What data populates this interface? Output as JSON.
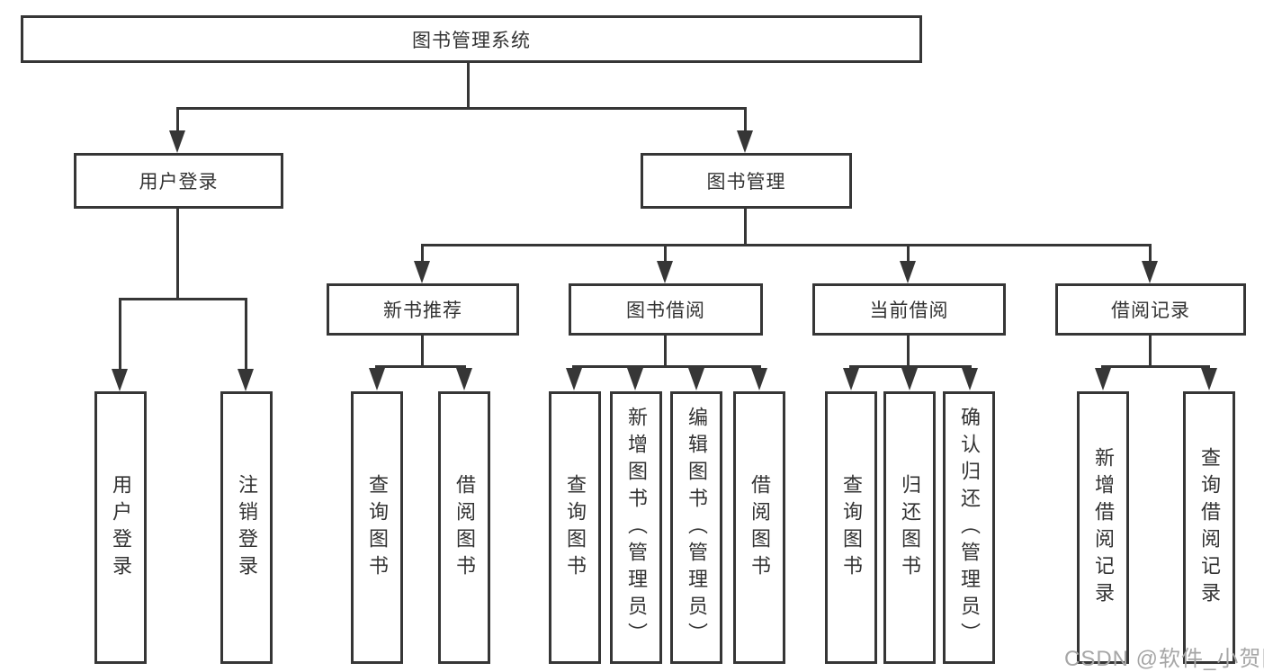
{
  "diagram_title": "图书管理系统",
  "tree": {
    "root": {
      "label": "图书管理系统"
    },
    "branches": [
      {
        "label": "用户登录",
        "children": [
          {
            "label": "用户登录"
          },
          {
            "label": "注销登录"
          }
        ]
      },
      {
        "label": "图书管理",
        "children": [
          {
            "label": "新书推荐",
            "children": [
              {
                "label": "查询图书"
              },
              {
                "label": "借阅图书"
              }
            ]
          },
          {
            "label": "图书借阅",
            "children": [
              {
                "label": "查询图书"
              },
              {
                "label": "新增图书（管理员）"
              },
              {
                "label": "编辑图书（管理员）"
              },
              {
                "label": "借阅图书"
              }
            ]
          },
          {
            "label": "当前借阅",
            "children": [
              {
                "label": "查询图书"
              },
              {
                "label": "归还图书"
              },
              {
                "label": "确认归还（管理员）"
              }
            ]
          },
          {
            "label": "借阅记录",
            "children": [
              {
                "label": "新增借阅记录"
              },
              {
                "label": "查询借阅记录"
              }
            ]
          }
        ]
      }
    ]
  },
  "watermark": "CSDN @软件_小贺同学",
  "colors": {
    "line": "#363636",
    "text": "#333333",
    "watermark": "#a6a6a6",
    "background": "#ffffff"
  }
}
